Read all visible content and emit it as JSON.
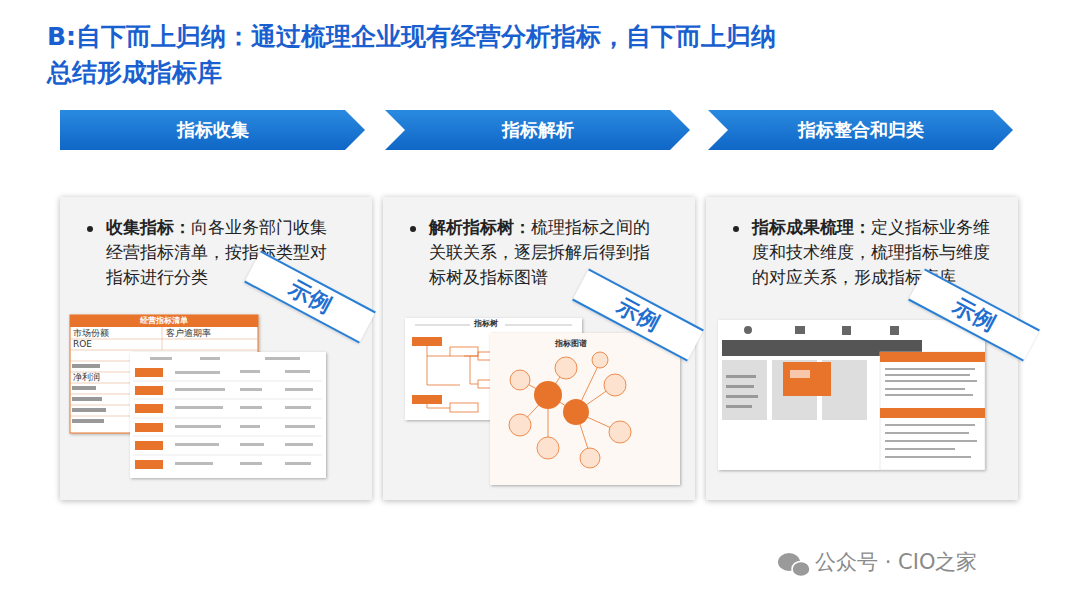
{
  "diagram": {
    "title": "B:自下而上归纳：通过梳理企业现有经营分析指标，自下而上归纳总结形成指标库",
    "nodes": [
      {
        "text": [
          "指标收集"
        ]
      },
      {
        "text": [
          "指标解析"
        ]
      },
      {
        "text": [
          "指标整合和归类"
        ]
      },
      {
        "text": [
          "收集指标：",
          "向各业务部门收集经营指标清单，按指标类型对指标进行分类"
        ]
      },
      {
        "text": [
          "示例"
        ],
        "in": 3
      },
      {
        "text": [
          "解析指标树：",
          "梳理指标之间的关联关系，逐层拆解后得到指标树及指标图谱"
        ]
      },
      {
        "text": [
          "示例"
        ],
        "in": 5
      },
      {
        "text": [
          "指标成果梳理：",
          "定义指标业务维度和技术维度，梳理指标与维度的对应关系，形成指标库库"
        ]
      },
      {
        "text": [
          "示例"
        ],
        "in": 7
      }
    ],
    "labels": [
      "经营指标清单",
      "市场份额",
      "客户逾期率",
      "ROE",
      "净利润",
      "指标树",
      "指标图谱",
      "公众号 · CIO之家"
    ]
  }
}
